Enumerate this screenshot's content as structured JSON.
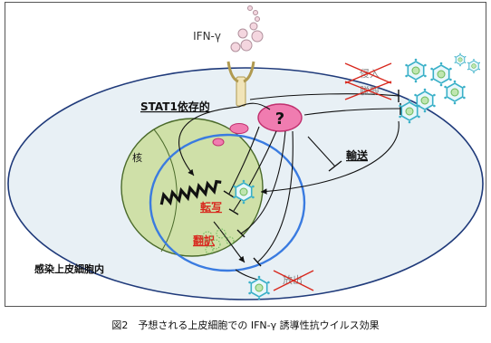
{
  "labels": {
    "ligand": "IFN-γ",
    "pathway": "STAT1依存的",
    "nucleus": "核",
    "unknown_factor": "?",
    "transport": "輸送",
    "transcription": "転写",
    "translation": "翻訳",
    "infected_cell": "感染上皮細胞内",
    "entry": "侵入",
    "uncoating": "脱殻",
    "release": "放出"
  },
  "caption": "図2　予想される上皮細胞での IFN-γ 誘導性抗ウイルス効果",
  "colors": {
    "cell_fill": "#e8f0f5",
    "cell_stroke": "#1f3a7a",
    "nucleus_fill": "#cfe0a8",
    "nucleus_stroke": "#4a6a2a",
    "er_ring": "#3a7be0",
    "unknown_fill": "#f07cb0",
    "unknown_stroke": "#c0306e",
    "red_label": "#d8281e",
    "virus_stroke": "#3ab0c8",
    "virus_core": "#6ab85a",
    "inhibit_cross": "#d8281e"
  }
}
